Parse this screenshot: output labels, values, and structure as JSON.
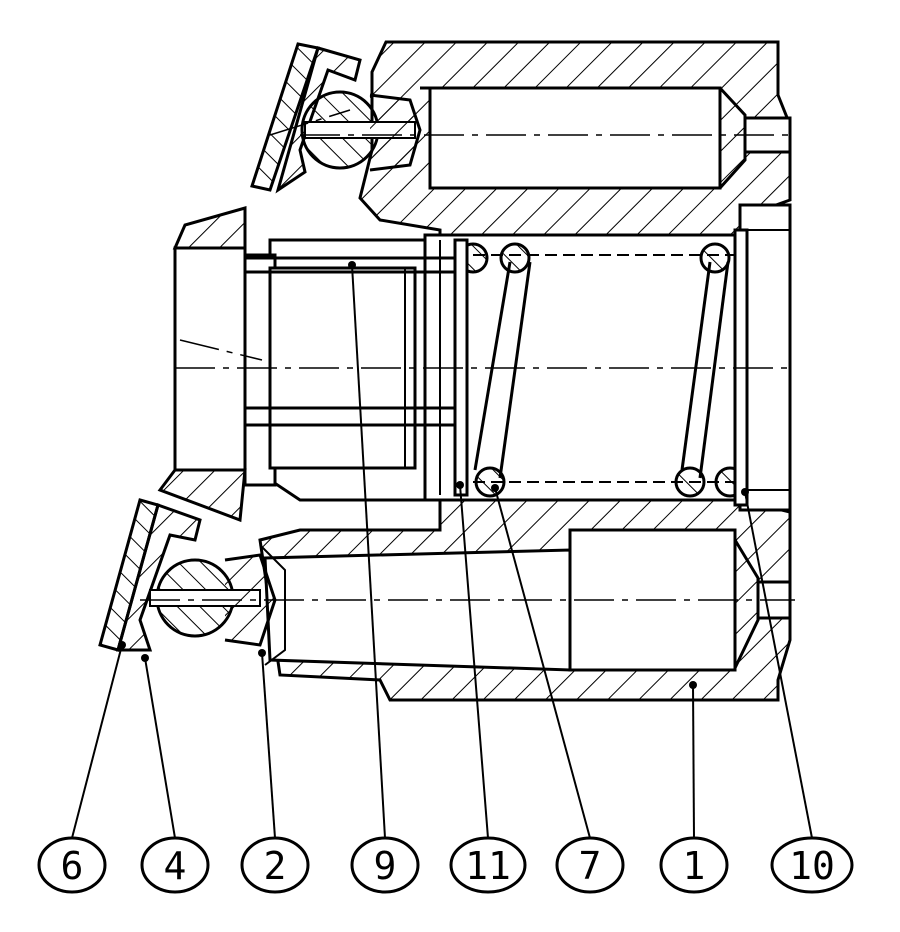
{
  "drawing": {
    "stroke_color": "#000000",
    "background": "#ffffff",
    "callouts": [
      {
        "id": "6",
        "label": "6"
      },
      {
        "id": "4",
        "label": "4"
      },
      {
        "id": "2",
        "label": "2"
      },
      {
        "id": "9",
        "label": "9"
      },
      {
        "id": "11",
        "label": "11"
      },
      {
        "id": "7",
        "label": "7"
      },
      {
        "id": "1",
        "label": "1"
      },
      {
        "id": "10",
        "label": "10"
      }
    ]
  }
}
